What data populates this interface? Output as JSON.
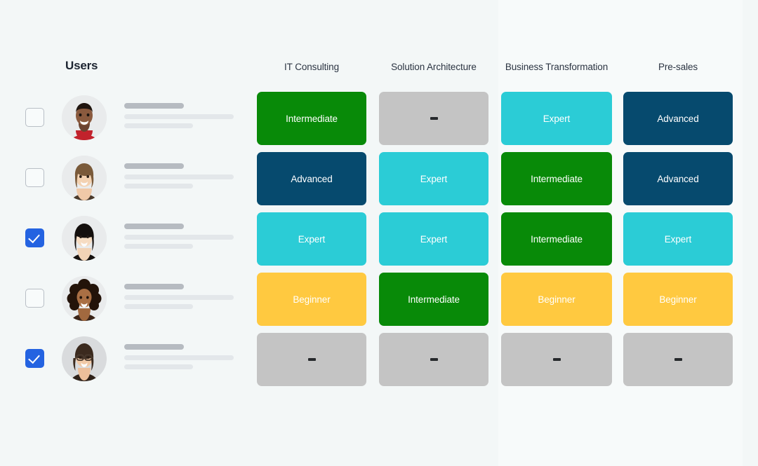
{
  "page": {
    "background": "#f3f7f7",
    "band_background": "#f7fafa"
  },
  "header": {
    "users_label": "Users",
    "columns": [
      "IT Consulting",
      "Solution Architecture",
      "Business Transformation",
      "Pre-sales"
    ]
  },
  "levels": {
    "Beginner": {
      "label": "Beginner",
      "color": "#ffc940",
      "text_color": "#ffffff"
    },
    "Intermediate": {
      "label": "Intermediate",
      "color": "#088a08",
      "text_color": "#ffffff"
    },
    "Advanced": {
      "label": "Advanced",
      "color": "#064a6e",
      "text_color": "#ffffff"
    },
    "Expert": {
      "label": "Expert",
      "color": "#2bccd6",
      "text_color": "#ffffff"
    },
    "None": {
      "label": "-",
      "color": "#c4c4c4",
      "text_color": "#26292c"
    }
  },
  "checkbox": {
    "checked_color": "#2463e1",
    "border_color": "#b9bfc6",
    "check_glyph": "check-icon"
  },
  "rows": [
    {
      "selected": false,
      "avatar": "avatar-man-red-shirt",
      "skills": [
        "Intermediate",
        "None",
        "Expert",
        "Advanced"
      ]
    },
    {
      "selected": false,
      "avatar": "avatar-person-long-brown-hair",
      "skills": [
        "Advanced",
        "Expert",
        "Intermediate",
        "Advanced"
      ]
    },
    {
      "selected": true,
      "avatar": "avatar-woman-black-bob",
      "skills": [
        "Expert",
        "Expert",
        "Intermediate",
        "Expert"
      ]
    },
    {
      "selected": false,
      "avatar": "avatar-woman-curly-hair",
      "skills": [
        "Beginner",
        "Intermediate",
        "Beginner",
        "Beginner"
      ]
    },
    {
      "selected": true,
      "avatar": "avatar-woman-glasses",
      "skills": [
        "None",
        "None",
        "None",
        "None"
      ]
    }
  ]
}
